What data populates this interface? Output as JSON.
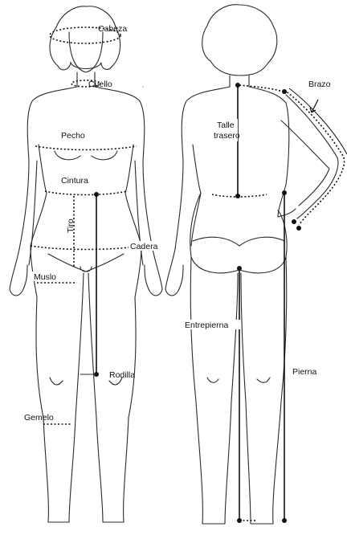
{
  "labels": {
    "cabeza": "Cabeza",
    "cuello": "Cuello",
    "pecho": "Pecho",
    "cintura": "Cintura",
    "tiro": "Tiro",
    "cadera": "Cadera",
    "muslo": "Muslo",
    "rodilla": "Rodilla",
    "gemelo": "Gemelo",
    "talle_trasero_1": "Talle",
    "talle_trasero_2": "trasero",
    "brazo": "Brazo",
    "entrepierna": "Entrepierna",
    "pierna": "Pierna"
  }
}
